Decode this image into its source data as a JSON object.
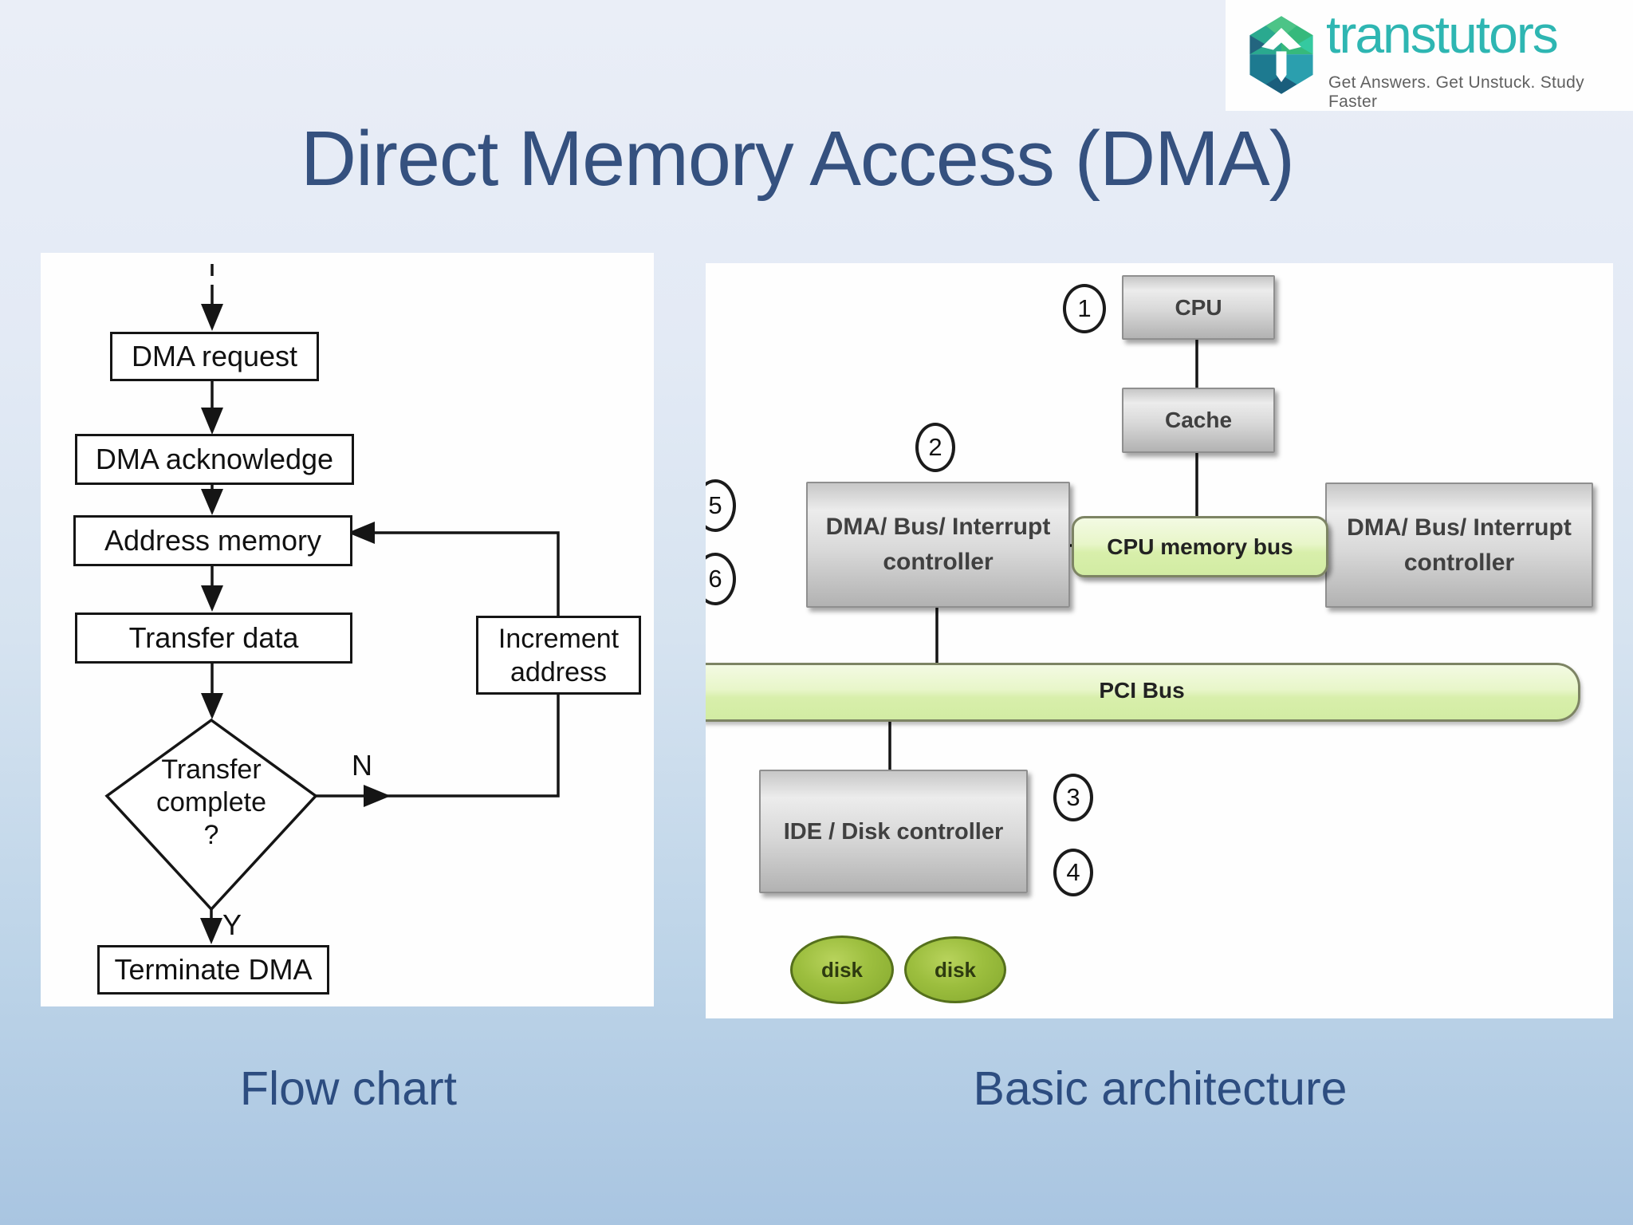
{
  "slide": {
    "title": "Direct Memory Access (DMA)",
    "caption_left": "Flow chart",
    "caption_right": "Basic architecture"
  },
  "logo": {
    "brand": "transtutors",
    "tagline": "Get Answers. Get Unstuck. Study Faster"
  },
  "flowchart": {
    "nodes": {
      "dma_request": "DMA request",
      "dma_acknowledge": "DMA acknowledge",
      "address_memory": "Address memory",
      "transfer_data": "Transfer data",
      "decision": "Transfer\ncomplete\n?",
      "increment_address": "Increment\naddress",
      "terminate_dma": "Terminate DMA",
      "yes_label": "Y",
      "no_label": "N"
    }
  },
  "architecture": {
    "cpu": "CPU",
    "cache": "Cache",
    "dma_controller_left": "DMA/ Bus/ Interrupt\ncontroller",
    "dma_controller_right": "DMA/ Bus/ Interrupt\ncontroller",
    "cpu_memory_bus": "CPU memory bus",
    "pci_bus": "PCI Bus",
    "ide_controller": "IDE / Disk controller",
    "disk_left": "disk",
    "disk_right": "disk",
    "markers": {
      "m1": "1",
      "m2": "2",
      "m3": "3",
      "m4": "4",
      "m5": "5",
      "m6": "6"
    }
  },
  "colors": {
    "title_blue": "#35517f",
    "caption_blue": "#2d4d80",
    "brand_teal": "#2eb6b2",
    "bus_green_fill": "#e2f3bd",
    "bus_green_border": "#7d8464",
    "disk_green": "#9cbe3e",
    "box_gray": "#d8d8d8"
  }
}
